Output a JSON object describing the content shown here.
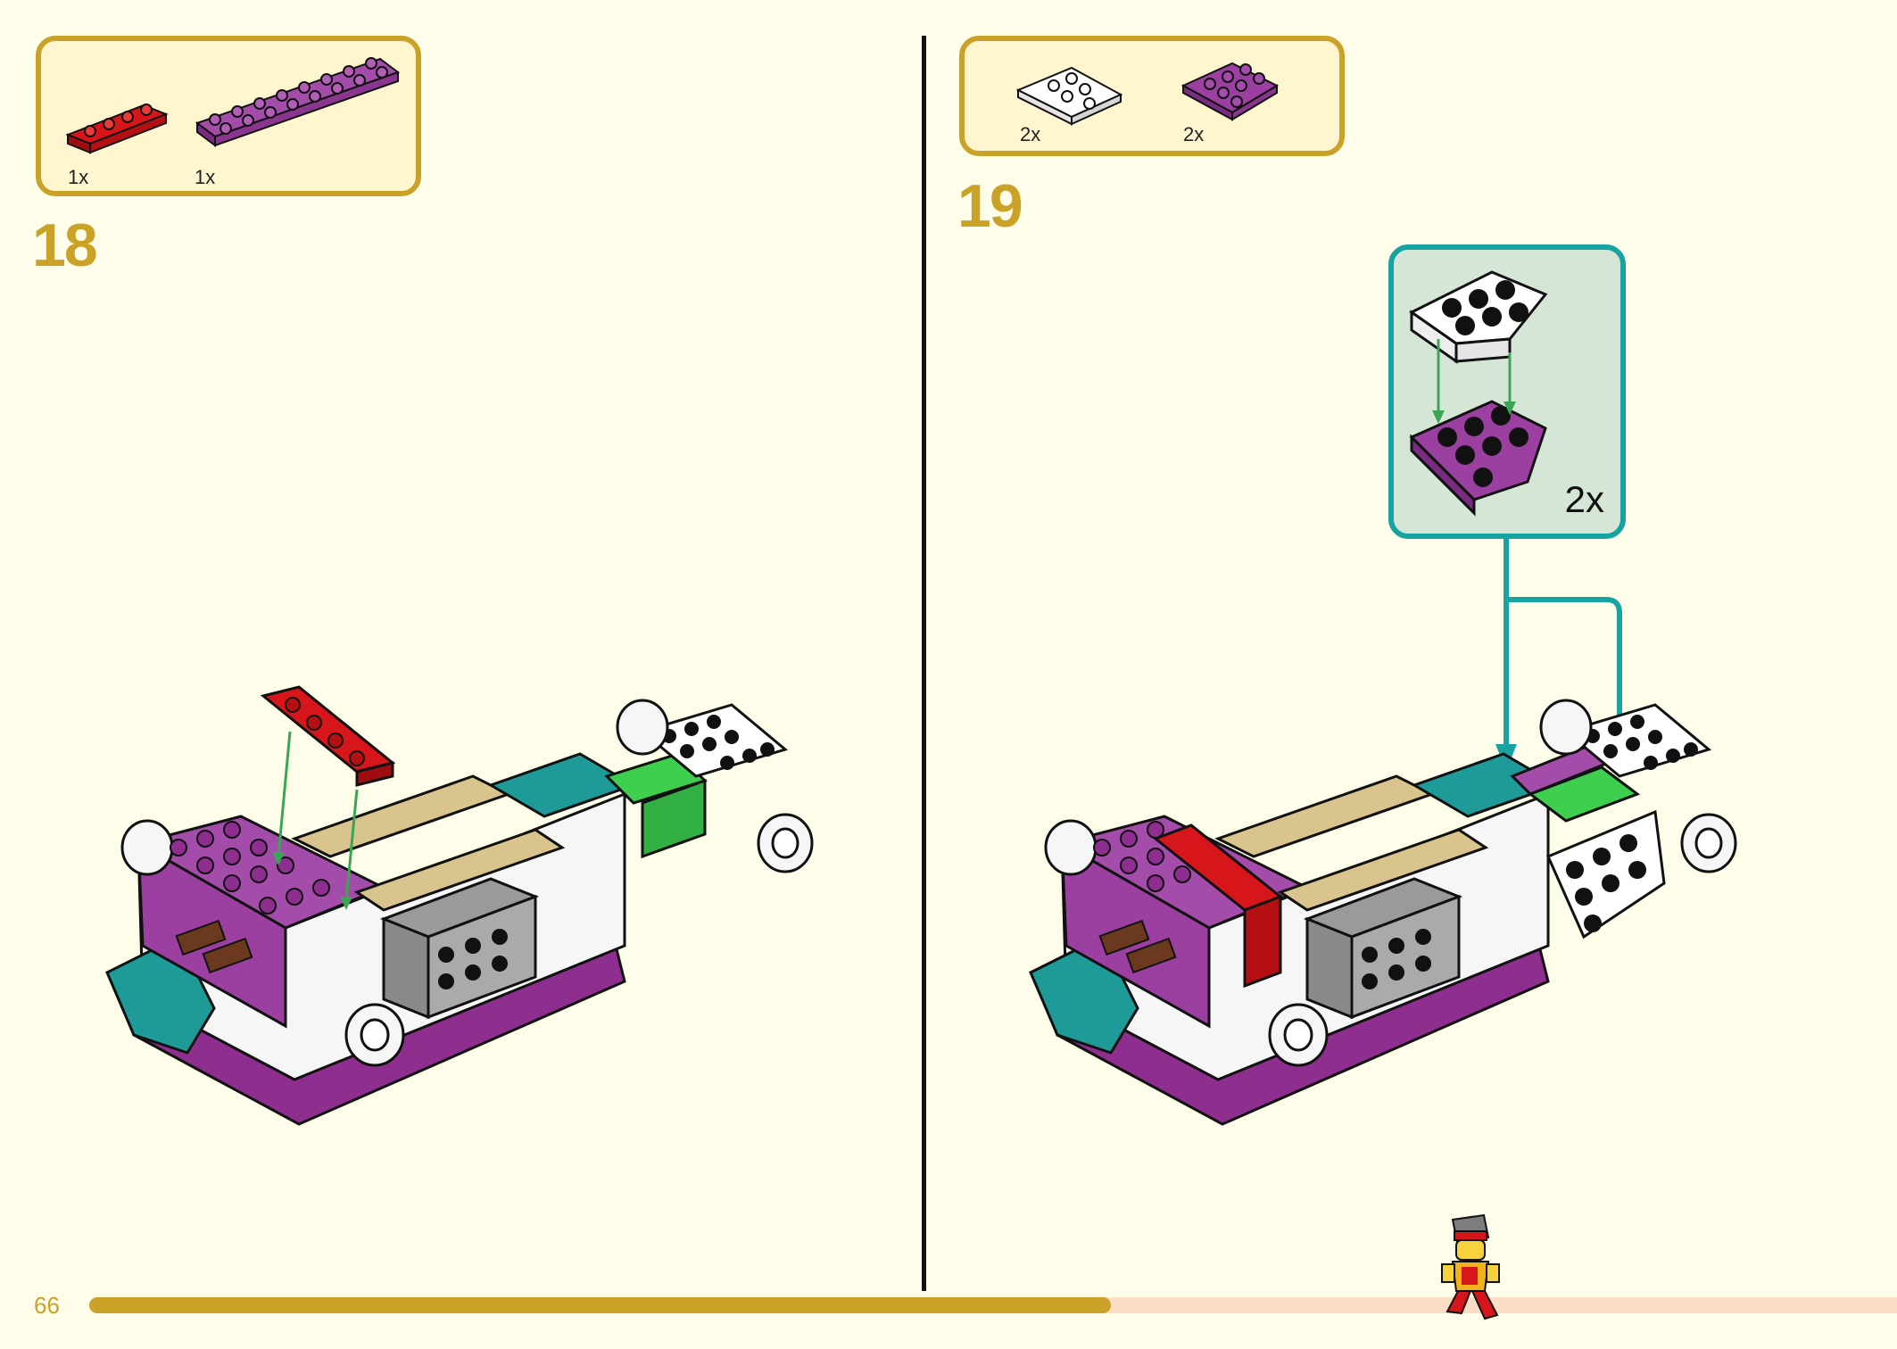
{
  "page": {
    "number": "66",
    "progress": 0.565
  },
  "steps": [
    {
      "number": "18",
      "parts": [
        {
          "qty": "1x",
          "color": "#d6161a",
          "icon": "red-1x4-plate"
        },
        {
          "qty": "1x",
          "color": "#9b3fa0",
          "icon": "magenta-2x8-plate"
        }
      ]
    },
    {
      "number": "19",
      "parts": [
        {
          "qty": "2x",
          "color": "#ffffff",
          "icon": "white-wedge-plate"
        },
        {
          "qty": "2x",
          "color": "#8e2e8e",
          "icon": "magenta-round-corner-plate"
        }
      ],
      "callout": {
        "qty": "2x"
      }
    }
  ],
  "colors": {
    "accent": "#c9a227",
    "teal": "#17a3a1",
    "magenta": "#9b3fa0",
    "red": "#d6161a",
    "green-arrow": "#3aa655"
  }
}
